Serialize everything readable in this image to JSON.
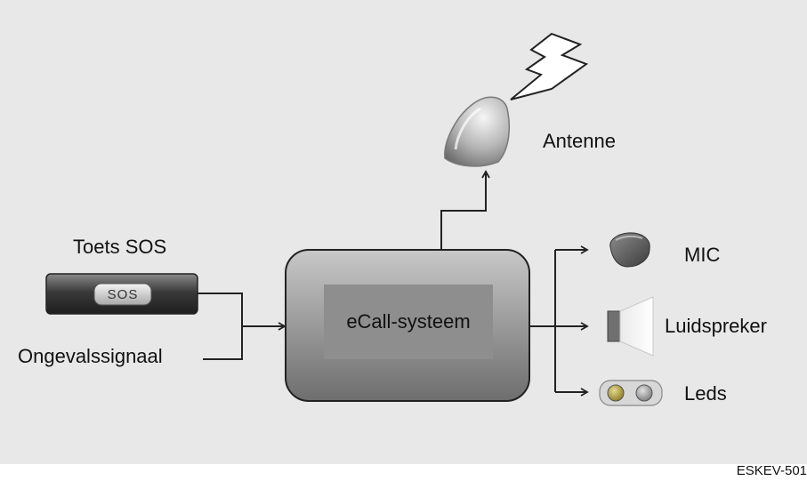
{
  "labels": {
    "antenna": "Antenne",
    "sos_button_title": "Toets SOS",
    "sos_button_text": "SOS",
    "crash_signal": "Ongevalssignaal",
    "ecall": "eCall-systeem",
    "mic": "MIC",
    "speaker": "Luidspreker",
    "leds": "Leds"
  },
  "image_code": "ESKEV-501",
  "colors": {
    "background": "#e8e8e8",
    "line": "#222222",
    "ecall_box_fill": "#9a9a9a",
    "ecall_label_fill": "#8e8e8e"
  },
  "icons": [
    "lightning-icon",
    "antenna-icon",
    "sos-button-icon",
    "microphone-icon",
    "speaker-icon",
    "leds-icon"
  ]
}
